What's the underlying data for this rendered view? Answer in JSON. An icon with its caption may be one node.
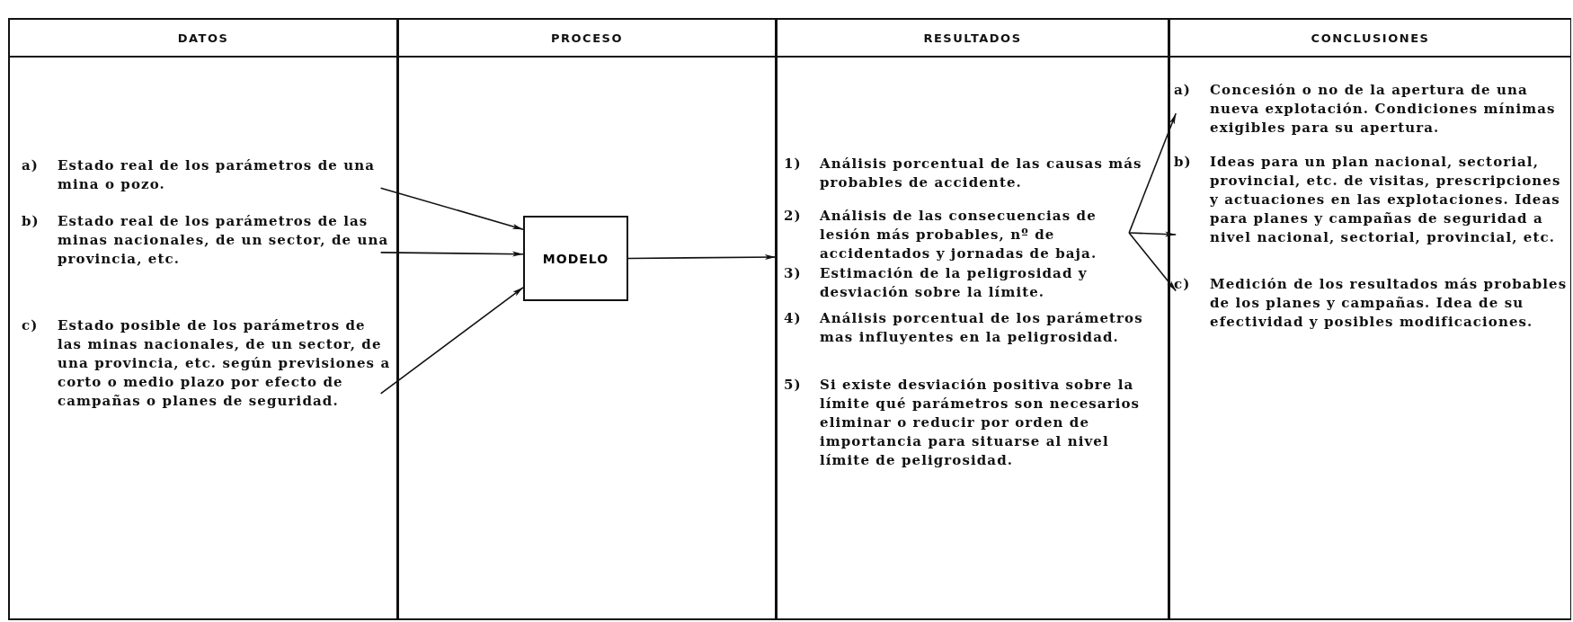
{
  "diagram": {
    "nodes": [
      {
        "text": [
          "DATOS"
        ]
      },
      {
        "text": [
          "PROCESO"
        ]
      },
      {
        "text": [
          "RESULTADOS"
        ]
      },
      {
        "text": [
          "CONCLUSIONES"
        ]
      },
      {
        "text": [
          "a)",
          "Estado real de los parámetros de una mina o pozo."
        ],
        "in": 0
      },
      {
        "text": [
          "b)",
          "Estado real de los parámetros de las minas nacionales, de un sector, de una provincia, etc."
        ],
        "in": 0
      },
      {
        "text": [
          "c)",
          "Estado posible de los parámetros de las minas nacionales, de un sector, de una provincia, etc. según previsiones a corto o medio plazo por efecto de campañas o planes de seguridad."
        ],
        "in": 0
      },
      {
        "text": [
          "MODELO"
        ],
        "in": 1
      },
      {
        "text": [
          "1)",
          "Análisis porcentual de las causas más probables de accidente."
        ],
        "in": 2
      },
      {
        "text": [
          "2)",
          "Análisis de las consecuencias de lesión más probables, nº de accidentados y jornadas de baja."
        ],
        "in": 2
      },
      {
        "text": [
          "3)",
          "Estimación de la peligrosidad y desviación sobre la límite."
        ],
        "in": 2
      },
      {
        "text": [
          "4)",
          "Análisis porcentual de los parámetros mas influyentes en la peligrosidad."
        ],
        "in": 2
      },
      {
        "text": [
          "5)",
          "Si existe desviación positiva sobre la límite qué parámetros son necesarios eliminar o reducir por orden de importancia para situarse al nivel límite de peligrosidad."
        ],
        "in": 2
      },
      {
        "text": [
          "a)",
          "Concesión o no de la apertura de una nueva explotación. Condiciones mínimas exigibles para su apertura."
        ],
        "in": 3
      },
      {
        "text": [
          "b)",
          "Ideas para un plan nacional, sectorial, provincial, etc. de visitas, prescripciones y actuaciones en las explotaciones. Ideas para planes y campañas de seguridad a nivel nacional, sectorial, provincial, etc."
        ],
        "in": 3
      },
      {
        "text": [
          "c)",
          "Medición de los resultados más probables de los planes y campañas. Idea de su efectividad y posibles modificaciones."
        ],
        "in": 3
      }
    ],
    "edges": [
      {
        "from": 4,
        "to": 7,
        "arrow": "to"
      },
      {
        "from": 5,
        "to": 7,
        "arrow": "to"
      },
      {
        "from": 6,
        "to": 7,
        "arrow": "to"
      },
      {
        "from": 7,
        "to": 2,
        "arrow": "to"
      },
      {
        "from": 9,
        "to": 13,
        "arrow": "to"
      },
      {
        "from": 9,
        "to": 14,
        "arrow": "to"
      },
      {
        "from": 9,
        "to": 15,
        "arrow": "to"
      }
    ]
  }
}
